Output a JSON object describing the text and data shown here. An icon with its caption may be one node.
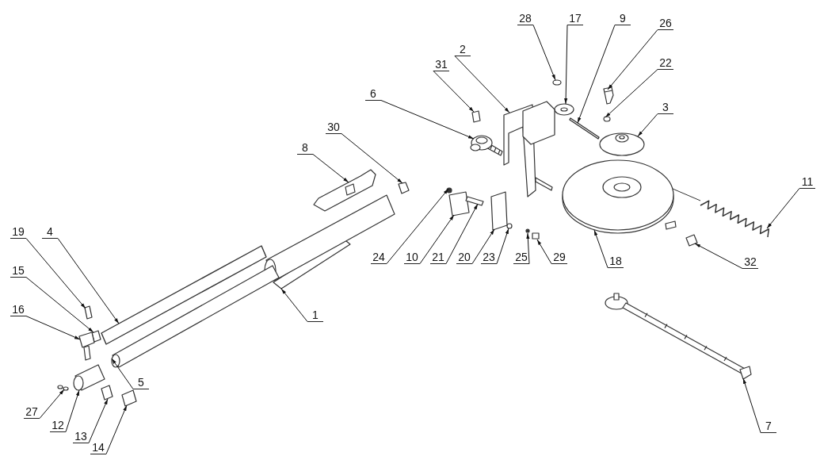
{
  "diagram": {
    "nodes": [
      {
        "text": [
          "28"
        ]
      },
      {
        "text": [
          "17"
        ]
      },
      {
        "text": [
          "9"
        ]
      },
      {
        "text": [
          "26"
        ]
      },
      {
        "text": [
          "31"
        ]
      },
      {
        "text": [
          "2"
        ]
      },
      {
        "text": [
          "22"
        ]
      },
      {
        "text": [
          "6"
        ]
      },
      {
        "text": [
          "3"
        ]
      },
      {
        "text": [
          "30"
        ]
      },
      {
        "text": [
          "8"
        ]
      },
      {
        "text": [
          "11"
        ]
      },
      {
        "text": [
          "19"
        ]
      },
      {
        "text": [
          "4"
        ]
      },
      {
        "text": [
          "15"
        ]
      },
      {
        "text": [
          "16"
        ]
      },
      {
        "text": [
          "24"
        ]
      },
      {
        "text": [
          "10"
        ]
      },
      {
        "text": [
          "21"
        ]
      },
      {
        "text": [
          "20"
        ]
      },
      {
        "text": [
          "23"
        ]
      },
      {
        "text": [
          "25"
        ]
      },
      {
        "text": [
          "29"
        ]
      },
      {
        "text": [
          "18"
        ]
      },
      {
        "text": [
          "32"
        ]
      },
      {
        "text": [
          "1"
        ]
      },
      {
        "text": [
          "5"
        ]
      },
      {
        "text": [
          "27"
        ]
      },
      {
        "text": [
          "12"
        ]
      },
      {
        "text": [
          "13"
        ]
      },
      {
        "text": [
          "14"
        ]
      },
      {
        "text": [
          "7"
        ]
      },
      {
        "text": [],
        "shape": "circle"
      },
      {
        "text": [],
        "shape": "picture"
      },
      {
        "text": [],
        "shape": "bar"
      },
      {
        "text": [],
        "shape": "picture"
      },
      {
        "text": [],
        "shape": "box"
      },
      {
        "text": [],
        "shape": "picture"
      },
      {
        "text": [],
        "shape": "circle"
      },
      {
        "text": [],
        "shape": "picture"
      },
      {
        "text": [],
        "shape": "picture"
      },
      {
        "text": [],
        "shape": "box"
      },
      {
        "text": [],
        "shape": "picture"
      },
      {
        "text": [],
        "shape": "picture"
      },
      {
        "text": [],
        "shape": "box"
      },
      {
        "text": [],
        "shape": "bar"
      },
      {
        "text": [],
        "shape": "box"
      },
      {
        "text": [],
        "shape": "picture"
      },
      {
        "text": [],
        "shape": "circle"
      },
      {
        "text": [],
        "shape": "box"
      },
      {
        "text": [],
        "shape": "box"
      },
      {
        "text": [],
        "shape": "box"
      },
      {
        "text": [],
        "shape": "circle"
      },
      {
        "text": [],
        "shape": "circle"
      },
      {
        "text": [],
        "shape": "box"
      },
      {
        "text": [],
        "shape": "picture"
      },
      {
        "text": [],
        "shape": "box"
      },
      {
        "text": [],
        "shape": "picture"
      },
      {
        "text": [],
        "shape": "picture"
      },
      {
        "text": [],
        "shape": "picture"
      },
      {
        "text": [],
        "shape": "picture"
      },
      {
        "text": [],
        "shape": "box"
      },
      {
        "text": [],
        "shape": "box"
      },
      {
        "text": [],
        "shape": "picture"
      }
    ],
    "edges": [
      {
        "from": 0,
        "to": 32,
        "arrow": "to"
      },
      {
        "from": 1,
        "to": 33,
        "arrow": "to"
      },
      {
        "from": 2,
        "to": 34,
        "arrow": "to"
      },
      {
        "from": 3,
        "to": 35,
        "arrow": "to"
      },
      {
        "from": 4,
        "to": 36,
        "arrow": "to"
      },
      {
        "from": 5,
        "to": 37,
        "arrow": "to"
      },
      {
        "from": 6,
        "to": 38,
        "arrow": "to"
      },
      {
        "from": 7,
        "to": 39,
        "arrow": "to"
      },
      {
        "from": 8,
        "to": 40,
        "arrow": "to"
      },
      {
        "from": 9,
        "to": 41,
        "arrow": "to"
      },
      {
        "from": 10,
        "to": 42,
        "arrow": "to"
      },
      {
        "from": 11,
        "to": 43,
        "arrow": "to"
      },
      {
        "from": 12,
        "to": 44,
        "arrow": "to"
      },
      {
        "from": 13,
        "to": 45,
        "arrow": "to"
      },
      {
        "from": 14,
        "to": 46,
        "arrow": "to"
      },
      {
        "from": 15,
        "to": 47,
        "arrow": "to"
      },
      {
        "from": 16,
        "to": 48,
        "arrow": "to"
      },
      {
        "from": 17,
        "to": 49,
        "arrow": "to"
      },
      {
        "from": 18,
        "to": 50,
        "arrow": "to"
      },
      {
        "from": 19,
        "to": 51,
        "arrow": "to"
      },
      {
        "from": 20,
        "to": 52,
        "arrow": "to"
      },
      {
        "from": 21,
        "to": 53,
        "arrow": "to"
      },
      {
        "from": 22,
        "to": 54,
        "arrow": "to"
      },
      {
        "from": 23,
        "to": 55,
        "arrow": "to"
      },
      {
        "from": 24,
        "to": 56,
        "arrow": "to"
      },
      {
        "from": 25,
        "to": 57,
        "arrow": "to"
      },
      {
        "from": 26,
        "to": 58,
        "arrow": "to"
      },
      {
        "from": 27,
        "to": 59,
        "arrow": "to"
      },
      {
        "from": 28,
        "to": 60,
        "arrow": "to"
      },
      {
        "from": 29,
        "to": 61,
        "arrow": "to"
      },
      {
        "from": 30,
        "to": 62,
        "arrow": "to"
      },
      {
        "from": 31,
        "to": 63,
        "arrow": "to"
      }
    ]
  }
}
